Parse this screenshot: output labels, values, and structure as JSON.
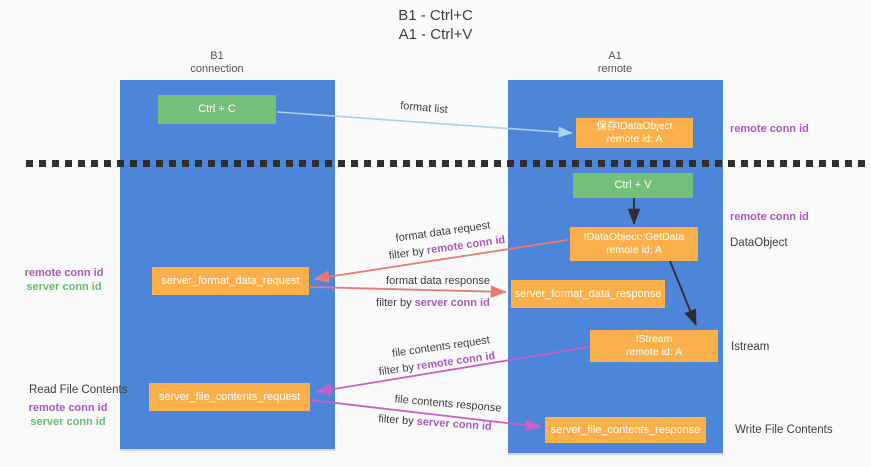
{
  "colors": {
    "background": "#fafafa",
    "panel_blue": "#4d86d8",
    "box_green": "#74c078",
    "box_orange": "#fbb04c",
    "arrow_light_blue": "#a9d2f0",
    "arrow_black": "#2e2e2e",
    "arrow_salmon": "#e87a72",
    "arrow_magenta": "#c85fc8",
    "text_purple": "#ab57c4",
    "text_green": "#67bd6f",
    "text_dark": "#3c3c3c"
  },
  "title": {
    "line1": "B1 - Ctrl+C",
    "line2": "A1 - Ctrl+V"
  },
  "lanes": {
    "left": {
      "title": "B1",
      "subtitle": "connection"
    },
    "right": {
      "title": "A1",
      "subtitle": "remote"
    }
  },
  "boxes": {
    "ctrl_c": {
      "label": "Ctrl + C"
    },
    "save_idataobject": {
      "line1": "保存IDataObject",
      "line2": "remote id: A"
    },
    "ctrl_v": {
      "label": "Ctrl + V"
    },
    "getdata": {
      "line1": "IDataObject::GetData",
      "line2": "remote id: A"
    },
    "server_format_data_request": {
      "label": "server_format_data_request"
    },
    "server_format_data_response": {
      "label": "server_format_data_response"
    },
    "istream": {
      "line1": "IStream",
      "line2": "remote id: A"
    },
    "server_file_contents_request": {
      "label": "server_file_contents_request"
    },
    "server_file_contents_response": {
      "label": "server_file_contents_response"
    }
  },
  "edge_labels": {
    "format_list": "format list",
    "format_data_request": "format data request",
    "format_data_response": "format data response",
    "file_contents_request": "file contents request",
    "file_contents_response": "file contents response",
    "filter_by": "filter by",
    "remote_conn_id": "remote conn id",
    "server_conn_id": "server conn id"
  },
  "side_labels": {
    "remote_conn_id": "remote conn id",
    "server_conn_id": "server conn id",
    "dataobject": "DataObject",
    "istream": "Istream",
    "read_file_contents": "Read File Contents",
    "write_file_contents": "Write File Contents"
  }
}
